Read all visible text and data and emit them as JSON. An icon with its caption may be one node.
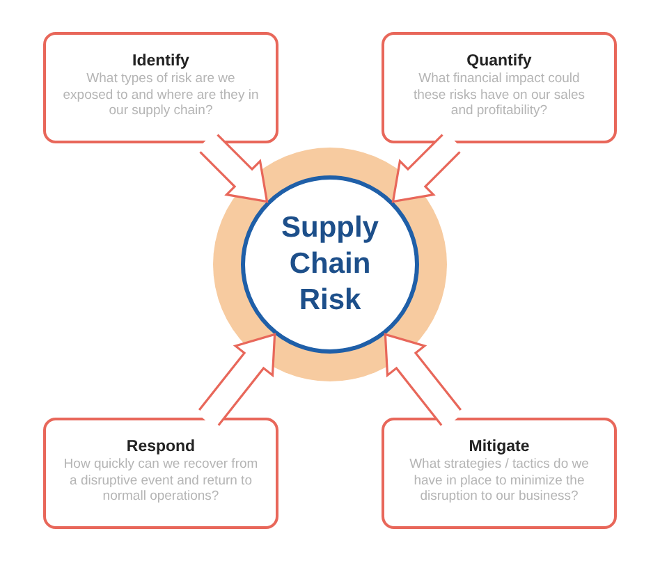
{
  "diagram": {
    "nodes": [
      {
        "text": [
          "Identify",
          "What types of risk are we exposed to and where are they in our supply chain?"
        ]
      },
      {
        "text": [
          "Quantify",
          "What financial impact could these risks have on our sales and profitability?"
        ]
      },
      {
        "text": [
          "Supply Chain Risk"
        ]
      },
      {
        "text": [
          "Respond",
          "How quickly can we recover from a disruptive event and return to normall operations?"
        ]
      },
      {
        "text": [
          "Mitigate",
          "What strategies / tactics do we have in place to minimize the disruption to our business?"
        ]
      }
    ],
    "edges": [
      {
        "from": 0,
        "to": 2,
        "arrow": "to"
      },
      {
        "from": 1,
        "to": 2,
        "arrow": "to"
      },
      {
        "from": 3,
        "to": 2,
        "arrow": "to"
      },
      {
        "from": 4,
        "to": 2,
        "arrow": "to"
      }
    ]
  }
}
